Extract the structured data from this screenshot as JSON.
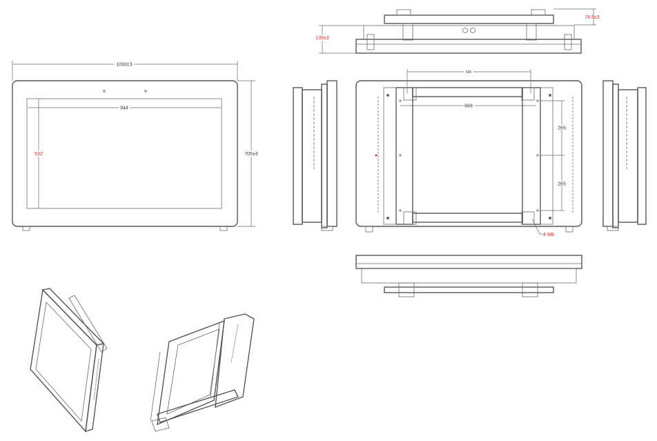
{
  "drawing": {
    "front_view": {
      "width": "1093±3",
      "height": "705±3",
      "display_width": "944",
      "display_height": "532"
    },
    "top_view": {
      "bracket_depth": "74.5±3",
      "body_depth": "135±3"
    },
    "rear_view": {
      "mount_spacing": "600",
      "hole_spacing": "668",
      "vertical_spacing_upper": "265",
      "vertical_spacing_lower": "265",
      "screw_callout": "4-M8"
    },
    "colors": {
      "line": "#555555",
      "dimension_red": "#e02020"
    }
  }
}
